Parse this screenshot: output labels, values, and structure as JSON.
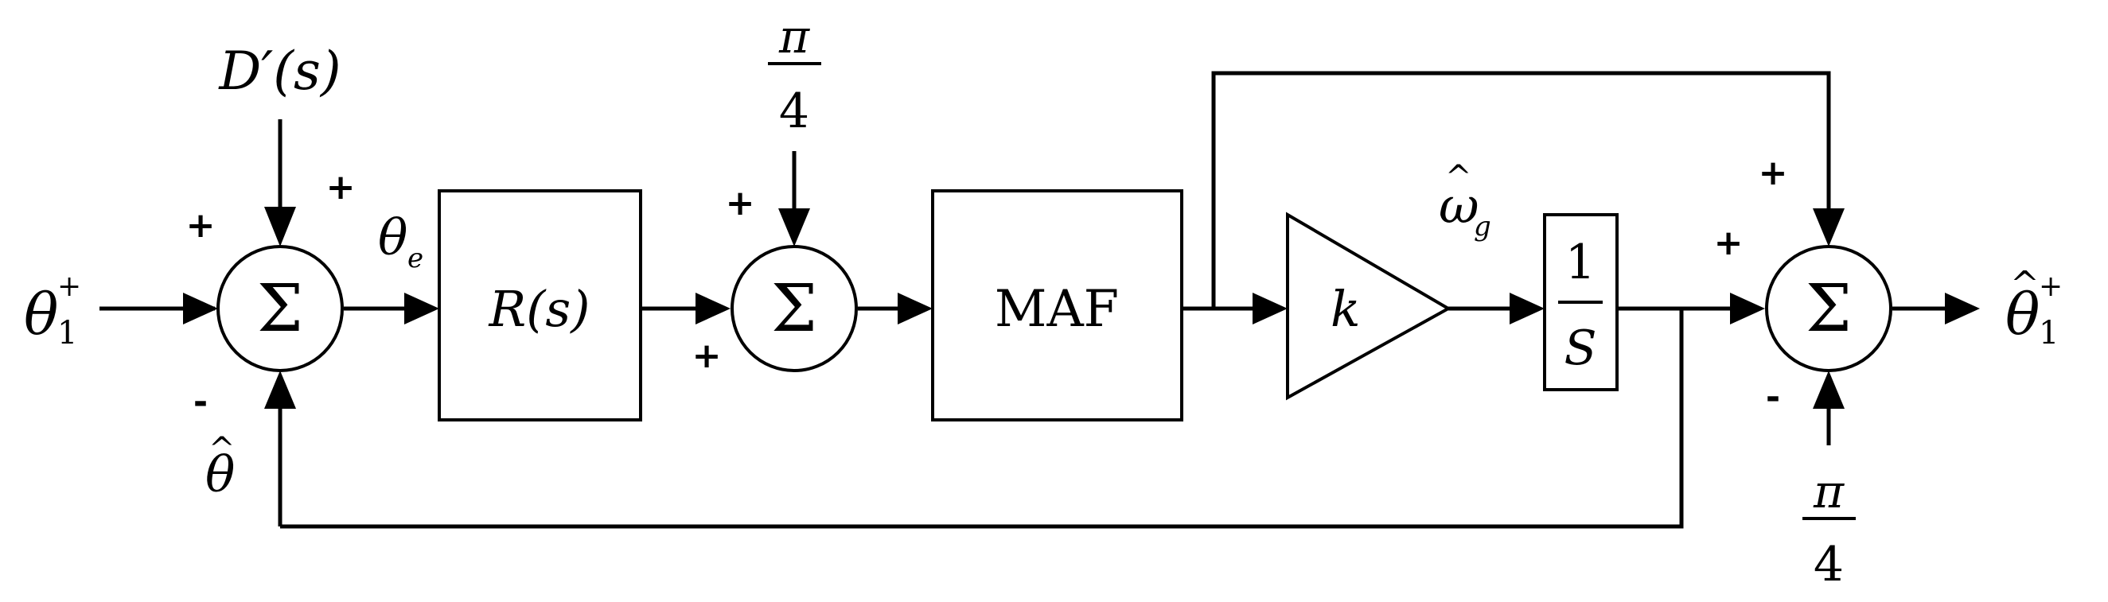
{
  "diagram": {
    "sum_symbol": "Σ",
    "inputs": {
      "theta_base": "θ",
      "theta_sub": "1",
      "theta_sup": "+",
      "disturbance": "D′(s)",
      "pi_num": "π",
      "pi_den": "4"
    },
    "signals": {
      "theta_e_base": "θ",
      "theta_e_sub": "e",
      "theta_hat": "θ",
      "theta_hat_mark": "^",
      "omega_base": "ω",
      "omega_sub": "g",
      "omega_mark": "^"
    },
    "blocks": {
      "controller": "R(s)",
      "filter": "MAF",
      "gain": "k",
      "integrator_num": "1",
      "integrator_den": "S"
    },
    "output": {
      "base": "θ",
      "mark": "^",
      "sub": "1",
      "sup": "+"
    },
    "signs": {
      "s1_left": "+",
      "s1_top": "+",
      "s1_bottom": "-",
      "s2_top": "+",
      "s2_bottom": "+",
      "s3_top": "+",
      "s3_left": "+",
      "s3_bottom": "-"
    }
  }
}
